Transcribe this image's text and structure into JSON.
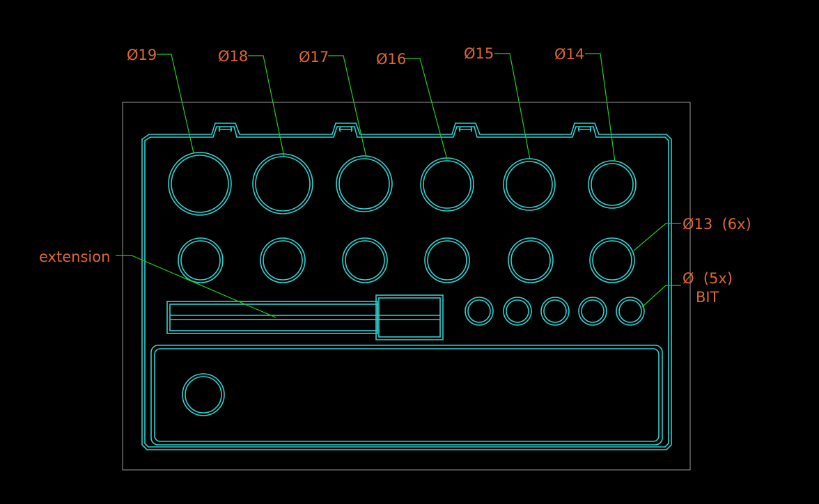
{
  "colors": {
    "background": "#000000",
    "outline": "#29d3d3",
    "leader": "#19d219",
    "text": "#e0682c",
    "sheet_border": "#9a9a9a"
  },
  "labels": {
    "d19": "Ø19",
    "d18": "Ø18",
    "d17": "Ø17",
    "d16": "Ø16",
    "d15": "Ø15",
    "d14": "Ø14",
    "d13": "Ø13  (6x)",
    "bit_line1": "Ø  (5x)",
    "bit_line2": "BIT",
    "extension": "extension"
  },
  "counts": {
    "d13_holes": 6,
    "bit_holes": 5
  }
}
